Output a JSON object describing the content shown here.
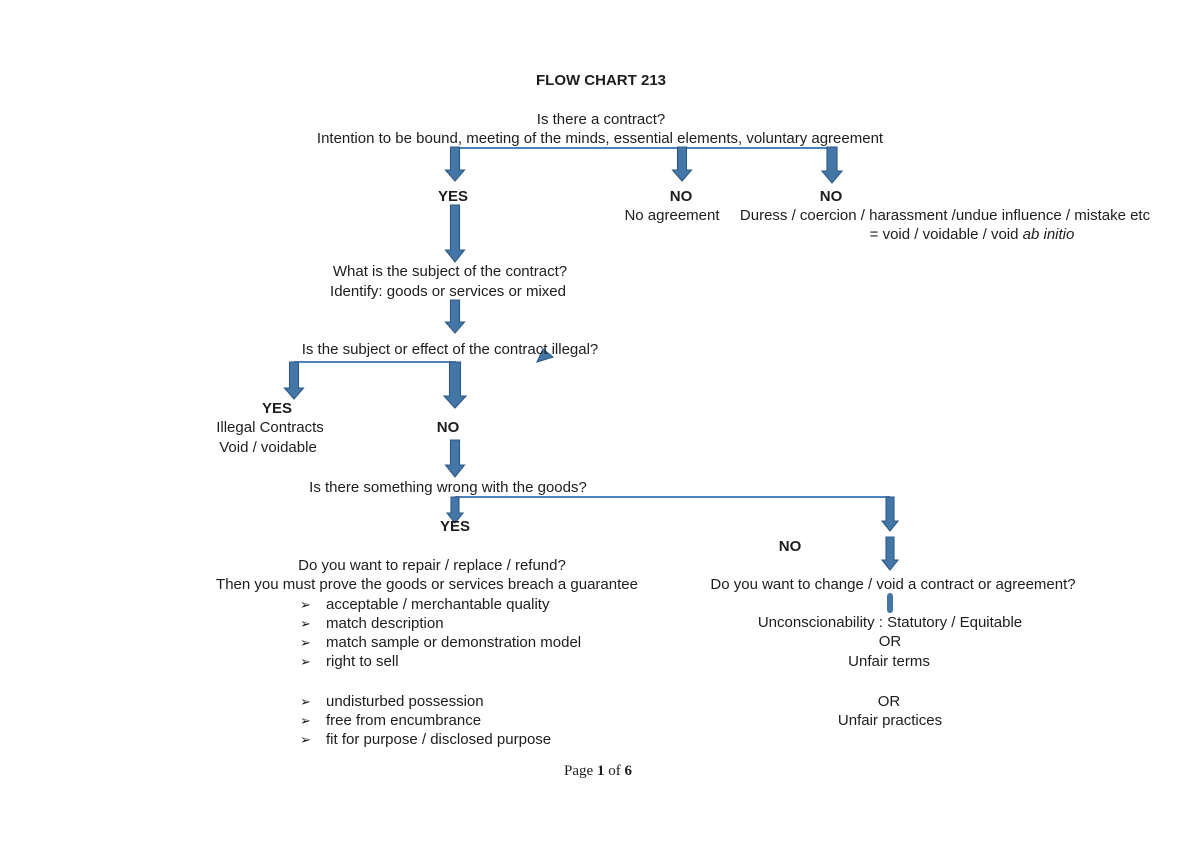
{
  "colors": {
    "arrow_fill": "#4576a8",
    "arrow_stroke": "#2e5984",
    "connector_line": "#4f81bd",
    "text": "#1d1d1d"
  },
  "page": {
    "title": "FLOW CHART 213",
    "footer": {
      "word_page": "Page",
      "num_page": "1",
      "word_of": "of",
      "num_total": "6"
    }
  },
  "nodes": {
    "q_contract": {
      "line1": "Is there a contract?",
      "line2": "Intention to be bound, meeting of the minds, essential elements, voluntary agreement"
    },
    "branch_yes_contract": {
      "label": "YES"
    },
    "branch_no_agreement": {
      "label": "NO",
      "detail": "No agreement"
    },
    "branch_no_duress": {
      "label": "NO",
      "detail1": "Duress / coercion / harassment /undue influence / mistake etc",
      "detail2_prefix": "= void / voidable / void ",
      "detail2_italic": "ab initio"
    },
    "q_subject": {
      "line1": "What is the subject of the contract?",
      "line2": "Identify: goods or services or mixed"
    },
    "q_illegal": {
      "text": "Is the subject or effect of the contract illegal?"
    },
    "branch_yes_illegal": {
      "label": "YES",
      "line1": "Illegal Contracts",
      "line2": "Void / voidable"
    },
    "branch_no_illegal": {
      "label": "NO"
    },
    "q_goods": {
      "text": "Is there something wrong with the goods?"
    },
    "branch_yes_goods": {
      "label": "YES"
    },
    "branch_no_goods": {
      "label": "NO"
    },
    "repair": {
      "line1": "Do you want to repair / replace / refund?",
      "line2": "Then you must prove the goods or services breach a guarantee",
      "bullet_glyph": "➢",
      "bullets_group1": [
        "acceptable / merchantable quality",
        "match description",
        "match sample or demonstration model",
        "right to sell"
      ],
      "bullets_group2": [
        "undisturbed possession",
        "free from encumbrance",
        "fit for purpose / disclosed purpose"
      ]
    },
    "change": {
      "question": "Do you want to change / void a contract or agreement?",
      "option1": "Unconscionability : Statutory / Equitable",
      "or1": "OR",
      "option2": "Unfair terms",
      "or2": "OR",
      "option3": "Unfair practices"
    }
  }
}
